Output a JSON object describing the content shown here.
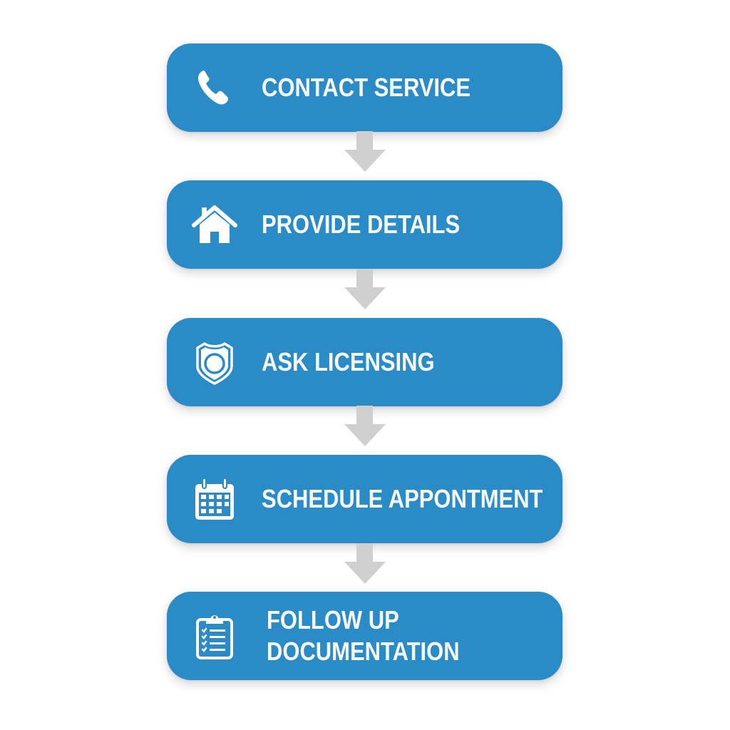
{
  "colors": {
    "step_background": "#2b8bc7",
    "step_text": "#f7f9fb",
    "arrow": "#cfcfcf",
    "page_background": "#ffffff"
  },
  "steps": [
    {
      "label": "CONTACT SERVICE",
      "icon": "phone-icon"
    },
    {
      "label": "PROVIDE DETAILS",
      "icon": "house-icon"
    },
    {
      "label": "ASK LICENSING",
      "icon": "badge-icon"
    },
    {
      "label": "SCHEDULE APPONTMENT",
      "icon": "calendar-icon"
    },
    {
      "label_line1": "FOLLOW UP",
      "label_line2": "DOCUMENTATION",
      "icon": "clipboard-checklist-icon"
    }
  ],
  "connectors": [
    {
      "icon": "arrow-down-icon"
    },
    {
      "icon": "arrow-down-icon"
    },
    {
      "icon": "arrow-down-icon"
    },
    {
      "icon": "arrow-down-icon"
    }
  ]
}
